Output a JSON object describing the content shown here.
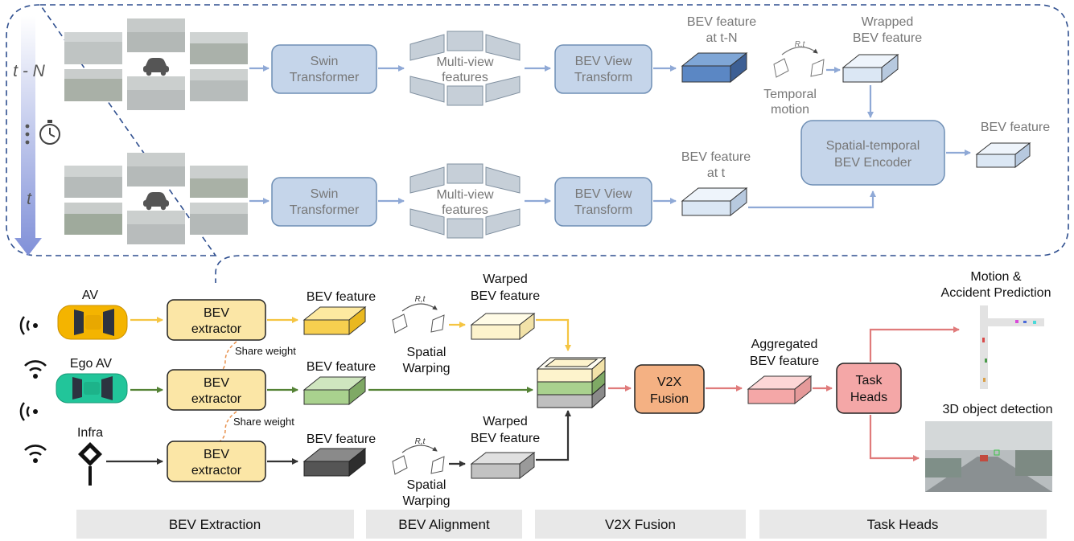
{
  "top": {
    "timeline": {
      "label_top": "t - N",
      "label_bottom": "t"
    },
    "swin_1": [
      "Swin",
      "Transformer"
    ],
    "multiview_1": [
      "Multi-view",
      "features"
    ],
    "bevvt_1": [
      "BEV View",
      "Transform"
    ],
    "bev_tn_label": [
      "BEV feature",
      "at t-N"
    ],
    "temporal_motion": [
      "Temporal",
      "motion"
    ],
    "rt_label": "R,t",
    "wrapped_label": [
      "Wrapped",
      "BEV feature"
    ],
    "swin_2": [
      "Swin",
      "Transformer"
    ],
    "multiview_2": [
      "Multi-view",
      "features"
    ],
    "bevvt_2": [
      "BEV View",
      "Transform"
    ],
    "bev_t_label": [
      "BEV feature",
      "at t"
    ],
    "st_encoder": [
      "Spatial-temporal",
      "BEV Encoder"
    ],
    "bev_out_label": "BEV feature"
  },
  "bottom": {
    "agents": {
      "av": "AV",
      "ego": "Ego AV",
      "infra": "Infra"
    },
    "extractor": [
      "BEV",
      "extractor"
    ],
    "share_weight": "Share weight",
    "bev_feature": "BEV feature",
    "warped": [
      "Warped",
      "BEV feature"
    ],
    "rt_label": "R,t",
    "spatial_warping": [
      "Spatial",
      "Warping"
    ],
    "v2x_fusion": [
      "V2X",
      "Fusion"
    ],
    "aggregated": [
      "Aggregated",
      "BEV feature"
    ],
    "task_heads": [
      "Task",
      "Heads"
    ],
    "motion_pred": [
      "Motion &",
      "Accident Prediction"
    ],
    "det3d": "3D object detection"
  },
  "stages": [
    "BEV Extraction",
    "BEV Alignment",
    "V2X Fusion",
    "Task Heads"
  ],
  "colors": {
    "blue_box": "#c5d5ea",
    "blue_stroke": "#6f8fb5",
    "arrow_blue": "#8fa9d6",
    "dash": "#2f4f8f",
    "yellow": "#fbe6a6",
    "yellow_arrow": "#f5c542",
    "green": "#a9d18e",
    "green_arrow": "#548235",
    "fusion": "#f4b183",
    "pink": "#f4a7a7",
    "red_arrow": "#e07b7b",
    "stage_bg": "#e8e8e8"
  }
}
